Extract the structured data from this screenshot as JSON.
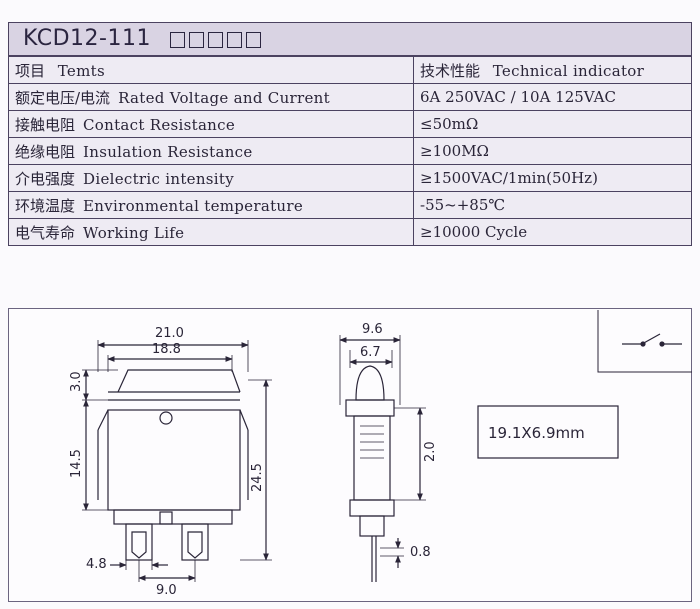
{
  "header": {
    "model": "KCD12-111",
    "garbled_placeholder_count": 5
  },
  "spec_table": {
    "headers": {
      "item_cn": "项目",
      "item_en": "Temts",
      "indicator_cn": "技术性能",
      "indicator_en": "Technical indicator"
    },
    "rows": [
      {
        "item_cn": "额定电压/电流",
        "item_en": "Rated Voltage and Current",
        "value": "6A 250VAC / 10A 125VAC"
      },
      {
        "item_cn": "接触电阻",
        "item_en": "Contact Resistance",
        "value": "≤50mΩ"
      },
      {
        "item_cn": "绝缘电阻",
        "item_en": "Insulation Resistance",
        "value": "≥100MΩ"
      },
      {
        "item_cn": "介电强度",
        "item_en": "Dielectric intensity",
        "value": "≥1500VAC/1min(50Hz)"
      },
      {
        "item_cn": "环境温度",
        "item_en": "Environmental temperature",
        "value": "-55~+85℃"
      },
      {
        "item_cn": "电气寿命",
        "item_en": "Working Life",
        "value": "≥10000 Cycle"
      }
    ]
  },
  "drawing": {
    "front_view": {
      "overall_width": "21.0",
      "inner_width": "18.8",
      "rocker_height": "3.0",
      "body_height": "14.5",
      "total_height": "24.5",
      "terminal_width": "4.8",
      "terminal_spacing": "9.0"
    },
    "side_view": {
      "overall_width": "9.6",
      "inner_width": "6.7",
      "step": "2.0",
      "terminal_thickness": "0.8"
    },
    "panel_cutout": "19.1X6.9mm"
  }
}
